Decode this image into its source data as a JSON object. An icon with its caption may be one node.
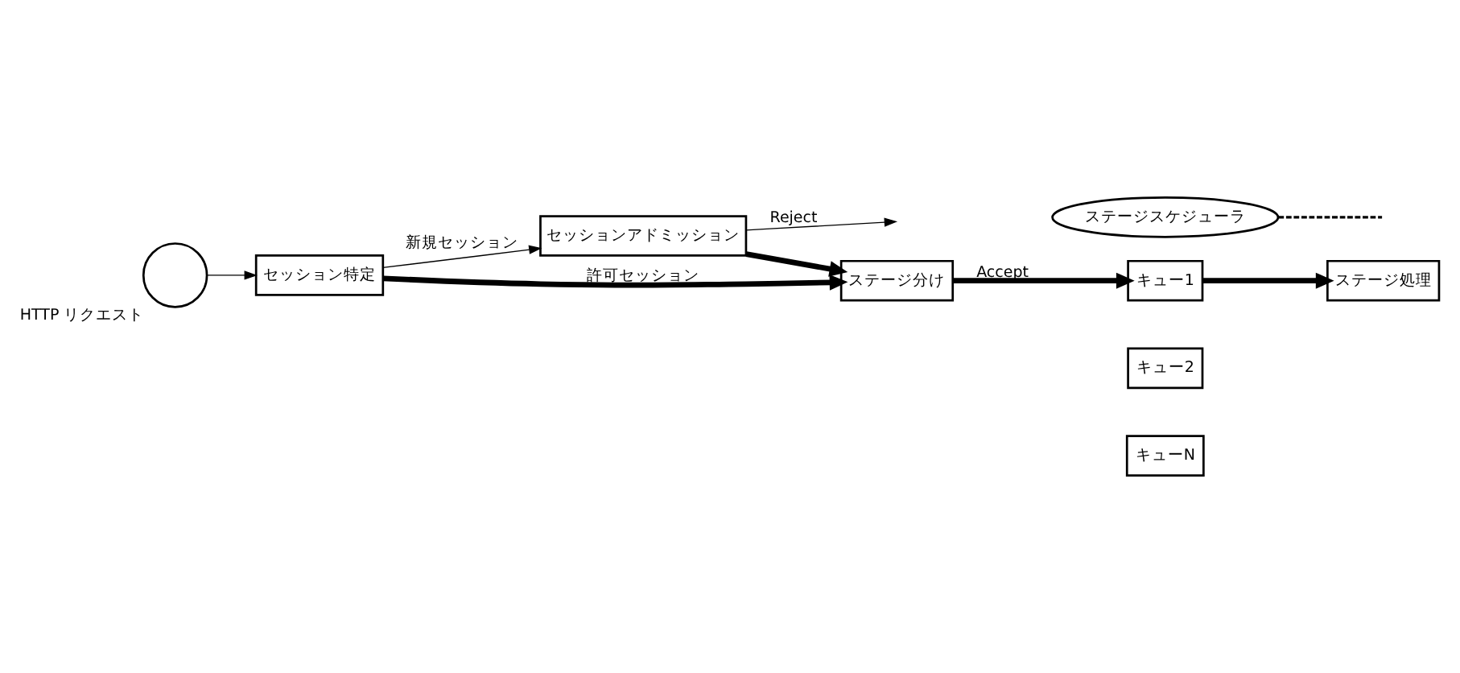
{
  "diagram": {
    "nodes": [
      {
        "text": [],
        "shape": "circle",
        "beside": [
          "HTTP リクエスト"
        ]
      },
      {
        "text": [
          "セッション特定"
        ]
      },
      {
        "text": [
          "セッションアドミッション"
        ]
      },
      {
        "text": [
          "ステージ分け"
        ]
      },
      {
        "text": [
          "キュー1"
        ]
      },
      {
        "text": [
          "キュー2"
        ]
      },
      {
        "text": [
          "キューN"
        ]
      },
      {
        "text": [
          "ステージスケジューラ"
        ]
      },
      {
        "text": [
          "ステージ処理"
        ]
      }
    ],
    "edges": [
      {
        "from": 0,
        "to": 1,
        "arrow": "to"
      },
      {
        "from": 1,
        "to": 2,
        "arrow": "to",
        "label": "新規セッション"
      },
      {
        "from": 2,
        "to": null,
        "arrow": "to",
        "label": "Reject"
      },
      {
        "from": 2,
        "to": 3,
        "arrow": "to",
        "style": "thick"
      },
      {
        "from": 1,
        "to": 3,
        "arrow": "to",
        "style": "thick",
        "label": "許可セッション"
      },
      {
        "from": 3,
        "to": 4,
        "arrow": "to",
        "style": "thick",
        "label": "Accept"
      },
      {
        "from": 4,
        "to": 8,
        "arrow": "to",
        "style": "thick"
      },
      {
        "from": 7,
        "to": null,
        "arrow": "none",
        "style": "dashed"
      }
    ]
  }
}
